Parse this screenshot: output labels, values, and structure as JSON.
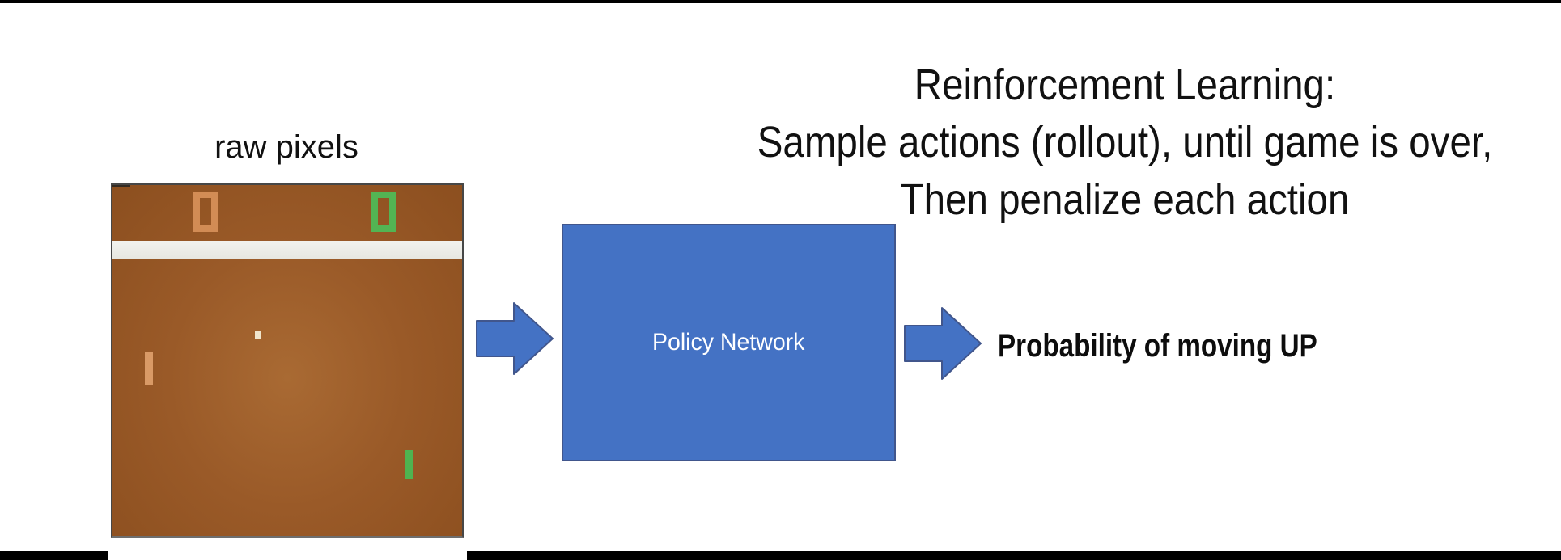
{
  "title": {
    "lines": [
      "Reinforcement Learning:",
      "Sample actions (rollout), until game is over,",
      "Then penalize each action"
    ]
  },
  "game": {
    "label": "raw pixels",
    "elements": {
      "score_left": "orange zero digit",
      "score_right": "green zero digit",
      "center_stripe": "white horizontal band",
      "ball": "ball",
      "paddle_left": "orange paddle",
      "paddle_right": "green paddle"
    }
  },
  "policy_box": {
    "label": "Policy Network"
  },
  "output": {
    "label": "Probability of moving UP"
  },
  "icons": {
    "arrow_1": "right-arrow",
    "arrow_2": "right-arrow"
  },
  "colors": {
    "accent_blue": "#4472C4",
    "accent_blue_border": "#41568C",
    "field_brown": "#9A5A28",
    "score_orange": "#D28C55",
    "score_green": "#53B453",
    "paddle_orange": "#D99A66",
    "paddle_green": "#4FB350",
    "ball_cream": "#F0E5CC",
    "stripe_white": "#EFEFEA",
    "bar_black": "#000000",
    "text_black": "#111111",
    "text_white": "#FFFFFF"
  }
}
